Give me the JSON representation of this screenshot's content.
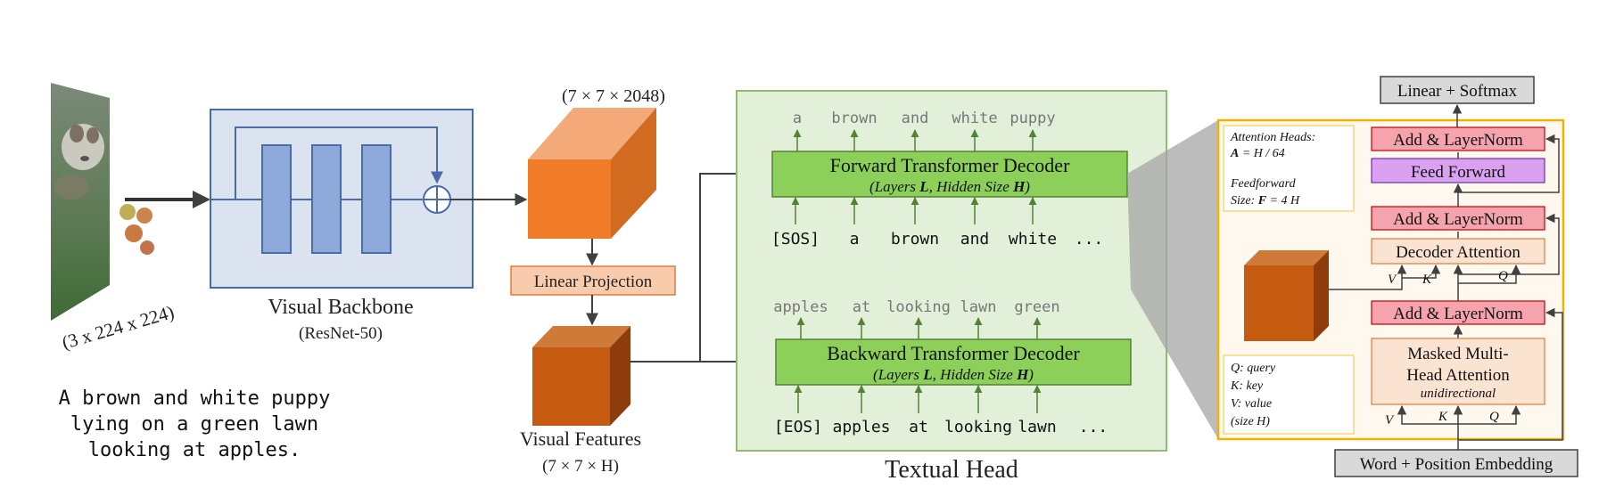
{
  "image_dims": "(3 x 224 x 224)",
  "caption_lines": [
    "A brown and white puppy",
    "lying on a green lawn",
    "looking at apples."
  ],
  "backbone": {
    "title": "Visual Backbone",
    "subtitle": "(ResNet-50)"
  },
  "feature_map_dims": "(7 × 7 × 2048)",
  "linear_projection": "Linear Projection",
  "visual_features": {
    "title": "Visual Features",
    "dims": "(7 × 7 × H)"
  },
  "textual_head": {
    "title": "Textual Head",
    "forward": {
      "title": "Forward Transformer Decoder",
      "sub_prefix": "(Layers ",
      "sub_L": "L",
      "sub_mid": ", Hidden Size ",
      "sub_H": "H",
      "sub_suffix": ")",
      "outputs": [
        "a",
        "brown",
        "and",
        "white",
        "puppy"
      ],
      "inputs": [
        "[SOS]",
        "a",
        "brown",
        "and",
        "white",
        "..."
      ]
    },
    "backward": {
      "title": "Backward Transformer Decoder",
      "sub_prefix": "(Layers ",
      "sub_L": "L",
      "sub_mid": ", Hidden Size ",
      "sub_H": "H",
      "sub_suffix": ")",
      "outputs": [
        "apples",
        "at",
        "looking",
        "lawn",
        "green"
      ],
      "inputs": [
        "[EOS]",
        "apples",
        "at",
        "looking",
        "lawn",
        "..."
      ]
    }
  },
  "decoder_detail": {
    "linear_softmax": "Linear + Softmax",
    "add_norm": "Add & LayerNorm",
    "feed_forward": "Feed Forward",
    "decoder_attention": "Decoder Attention",
    "masked_attention_line1": "Masked Multi-",
    "masked_attention_line2": "Head Attention",
    "masked_attention_sub": "unidirectional",
    "embedding": "Word + Position Embedding",
    "attn_note": {
      "line1": "Attention Heads:",
      "line2_var": "A",
      "line2_rest": " = H / 64",
      "line3": "Feedforward",
      "line4_pre": "Size: ",
      "line4_var": "F",
      "line4_rest": " = 4 H"
    },
    "qkv_note": [
      "Q: query",
      "K: key",
      "V: value",
      "(size H)"
    ],
    "port_labels": {
      "v": "V",
      "k": "K",
      "q": "Q"
    }
  },
  "colors": {
    "backbone_fill": "#dbe3f1",
    "backbone_border": "#4a6aa8",
    "resblock": "#8eaadb",
    "textual_head_fill": "#e2efd9",
    "textual_head_border": "#8dbf6e",
    "decoder_green": "#8cd05a",
    "token_arrow": "#548235",
    "linear_proj_fill": "#f8cbad",
    "detail_border": "#f0b400",
    "add_norm_fill": "#f5a3ac",
    "feed_forward_fill": "#d9a1f0",
    "attention_fill": "#fbe3d2",
    "gray_box": "#d9d9d9",
    "orange_cube": "#f07b28",
    "dark_orange_cube": "#c55a11"
  },
  "icons": [
    "puppy-photo",
    "sum-circle-icon",
    "feature-cube",
    "visual-features-cube",
    "encoder-cube"
  ]
}
